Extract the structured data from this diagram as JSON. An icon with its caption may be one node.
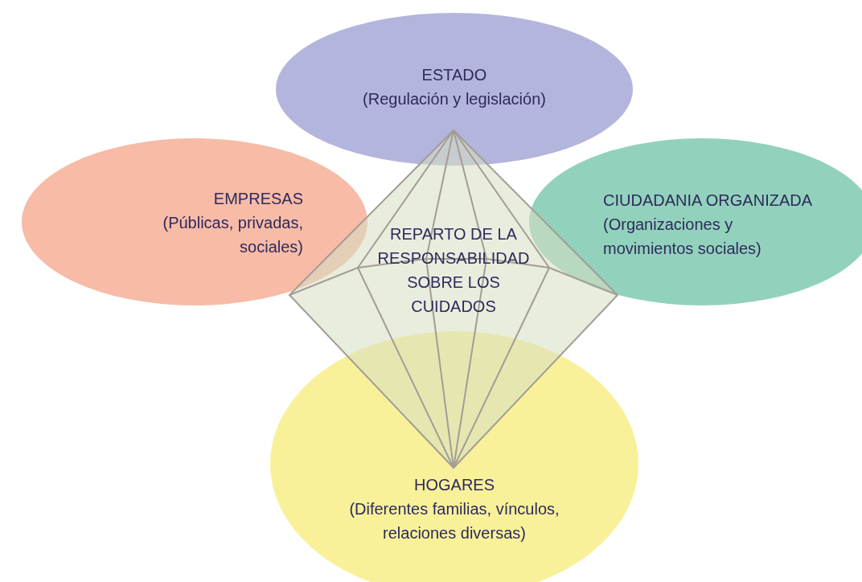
{
  "diagram": {
    "nodes": [
      {
        "text": [
          "ESTADO",
          "(Regulación y legislación)"
        ]
      },
      {
        "text": [
          "EMPRESAS",
          "(Públicas, privadas, sociales)"
        ]
      },
      {
        "text": [
          "CIUDADANIA ORGANIZADA",
          "(Organizaciones y movimientos sociales)"
        ]
      },
      {
        "text": [
          "REPARTO DE LA RESPONSABILIDAD SOBRE LOS CUIDADOS"
        ]
      },
      {
        "text": [
          "HOGARES",
          "(Diferentes familias, vínculos, relaciones diversas)"
        ]
      }
    ]
  }
}
